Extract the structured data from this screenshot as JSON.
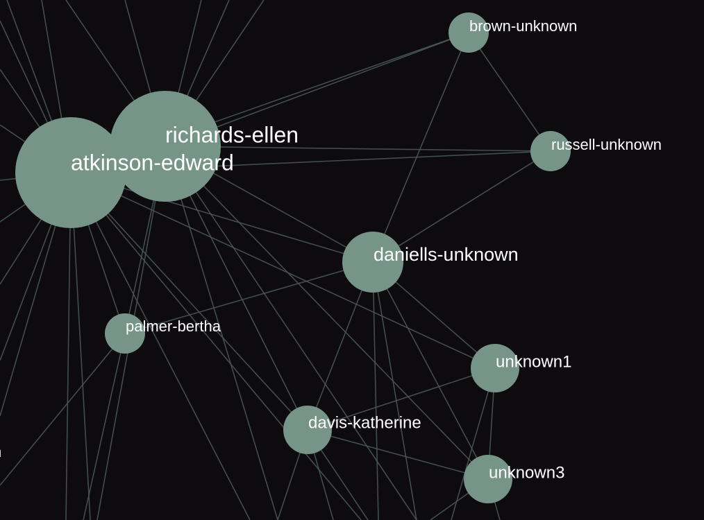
{
  "colors": {
    "background": "#0e0b0f",
    "node": "#779489",
    "edge": "#4a5b58",
    "label": "#ffffff"
  },
  "nodes": [
    {
      "id": "atkinson-edward",
      "label": "atkinson-edward"
    },
    {
      "id": "richards-ellen",
      "label": "richards-ellen"
    },
    {
      "id": "brown-unknown",
      "label": "brown-unknown"
    },
    {
      "id": "russell-unknown",
      "label": "russell-unknown"
    },
    {
      "id": "daniells-unknown",
      "label": "daniells-unknown"
    },
    {
      "id": "palmer-bertha",
      "label": "palmer-bertha"
    },
    {
      "id": "unknown1",
      "label": "unknown1"
    },
    {
      "id": "davis-katherine",
      "label": "davis-katherine"
    },
    {
      "id": "unknown3",
      "label": "unknown3"
    },
    {
      "id": "partial-left",
      "label": "n"
    }
  ],
  "edges": [
    [
      "richards-ellen",
      "brown-unknown"
    ],
    [
      "atkinson-edward",
      "brown-unknown"
    ],
    [
      "richards-ellen",
      "russell-unknown"
    ],
    [
      "atkinson-edward",
      "russell-unknown"
    ],
    [
      "brown-unknown",
      "russell-unknown"
    ],
    [
      "brown-unknown",
      "daniells-unknown"
    ],
    [
      "russell-unknown",
      "daniells-unknown"
    ],
    [
      "richards-ellen",
      "daniells-unknown"
    ],
    [
      "atkinson-edward",
      "daniells-unknown"
    ],
    [
      "atkinson-edward",
      "palmer-bertha"
    ],
    [
      "richards-ellen",
      "palmer-bertha"
    ],
    [
      "palmer-bertha",
      "daniells-unknown"
    ],
    [
      "daniells-unknown",
      "unknown1"
    ],
    [
      "daniells-unknown",
      "unknown3"
    ],
    [
      "daniells-unknown",
      "davis-katherine"
    ],
    [
      "unknown1",
      "unknown3"
    ],
    [
      "unknown1",
      "davis-katherine"
    ],
    [
      "davis-katherine",
      "unknown3"
    ],
    [
      "atkinson-edward",
      "davis-katherine"
    ],
    [
      "richards-ellen",
      "davis-katherine"
    ],
    [
      "atkinson-edward",
      "unknown1"
    ],
    [
      "richards-ellen",
      "unknown3"
    ]
  ]
}
